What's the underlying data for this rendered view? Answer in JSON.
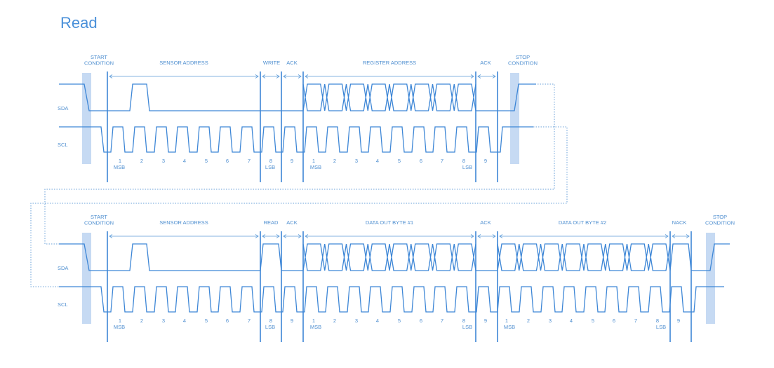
{
  "title": "Read",
  "signals": {
    "sda": "SDA",
    "scl": "SCL"
  },
  "top": {
    "sections": [
      "START\nCONDITION",
      "SENSOR ADDRESS",
      "WRITE",
      "ACK",
      "REGISTER ADDRESS",
      "ACK",
      "STOP\nCONDITION"
    ],
    "bit_labels": [
      "1",
      "2",
      "3",
      "4",
      "5",
      "6",
      "7",
      "8",
      "9",
      "1",
      "2",
      "3",
      "4",
      "5",
      "6",
      "7",
      "8",
      "9"
    ],
    "msb_lsb": [
      "MSB",
      "LSB",
      "MSB",
      "LSB"
    ]
  },
  "bottom": {
    "sections": [
      "START\nCONDITION",
      "SENSOR ADDRESS",
      "READ",
      "ACK",
      "DATA OUT BYTE #1",
      "ACK",
      "DATA OUT BYTE #2",
      "NACK",
      "STOP\nCONDITION"
    ],
    "bit_labels": [
      "1",
      "2",
      "3",
      "4",
      "5",
      "6",
      "7",
      "8",
      "9",
      "1",
      "2",
      "3",
      "4",
      "5",
      "6",
      "7",
      "8",
      "9",
      "1",
      "2",
      "3",
      "4",
      "5",
      "6",
      "7",
      "8",
      "9"
    ],
    "msb_lsb": [
      "MSB",
      "LSB",
      "MSB",
      "LSB",
      "MSB",
      "LSB"
    ]
  },
  "colors": {
    "accent": "#4a90d9",
    "line": "#3d86d6",
    "band": "#c6daf3"
  }
}
